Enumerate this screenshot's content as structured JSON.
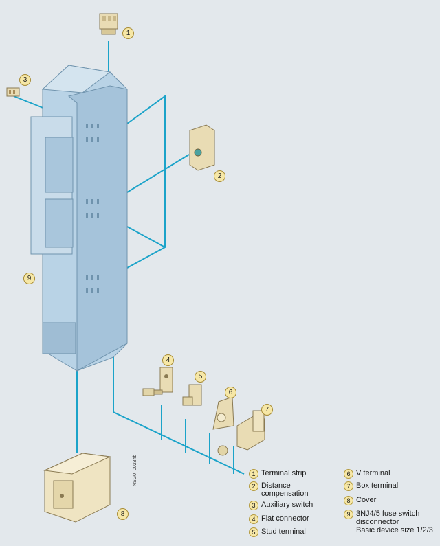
{
  "diagram": {
    "image_code": "NSG0_00234b",
    "callouts": [
      "1",
      "2",
      "3",
      "4",
      "5",
      "6",
      "7",
      "8",
      "9"
    ],
    "legend": [
      {
        "num": "1",
        "text": "Terminal strip"
      },
      {
        "num": "2",
        "text": "Distance\ncompensation"
      },
      {
        "num": "3",
        "text": "Auxiliary switch"
      },
      {
        "num": "4",
        "text": "Flat connector"
      },
      {
        "num": "5",
        "text": "Stud terminal"
      },
      {
        "num": "6",
        "text": "V terminal"
      },
      {
        "num": "7",
        "text": "Box terminal"
      },
      {
        "num": "8",
        "text": "Cover"
      },
      {
        "num": "9",
        "text": "3NJ4/5 fuse switch\ndisconnector\nBasic device size 1/2/3"
      }
    ],
    "colors": {
      "line": "#1ba3c9",
      "body": "#b9d3e6",
      "body_dark": "#8fb4cf",
      "part": "#e9dcb4",
      "badge": "#f6e7a6"
    }
  }
}
